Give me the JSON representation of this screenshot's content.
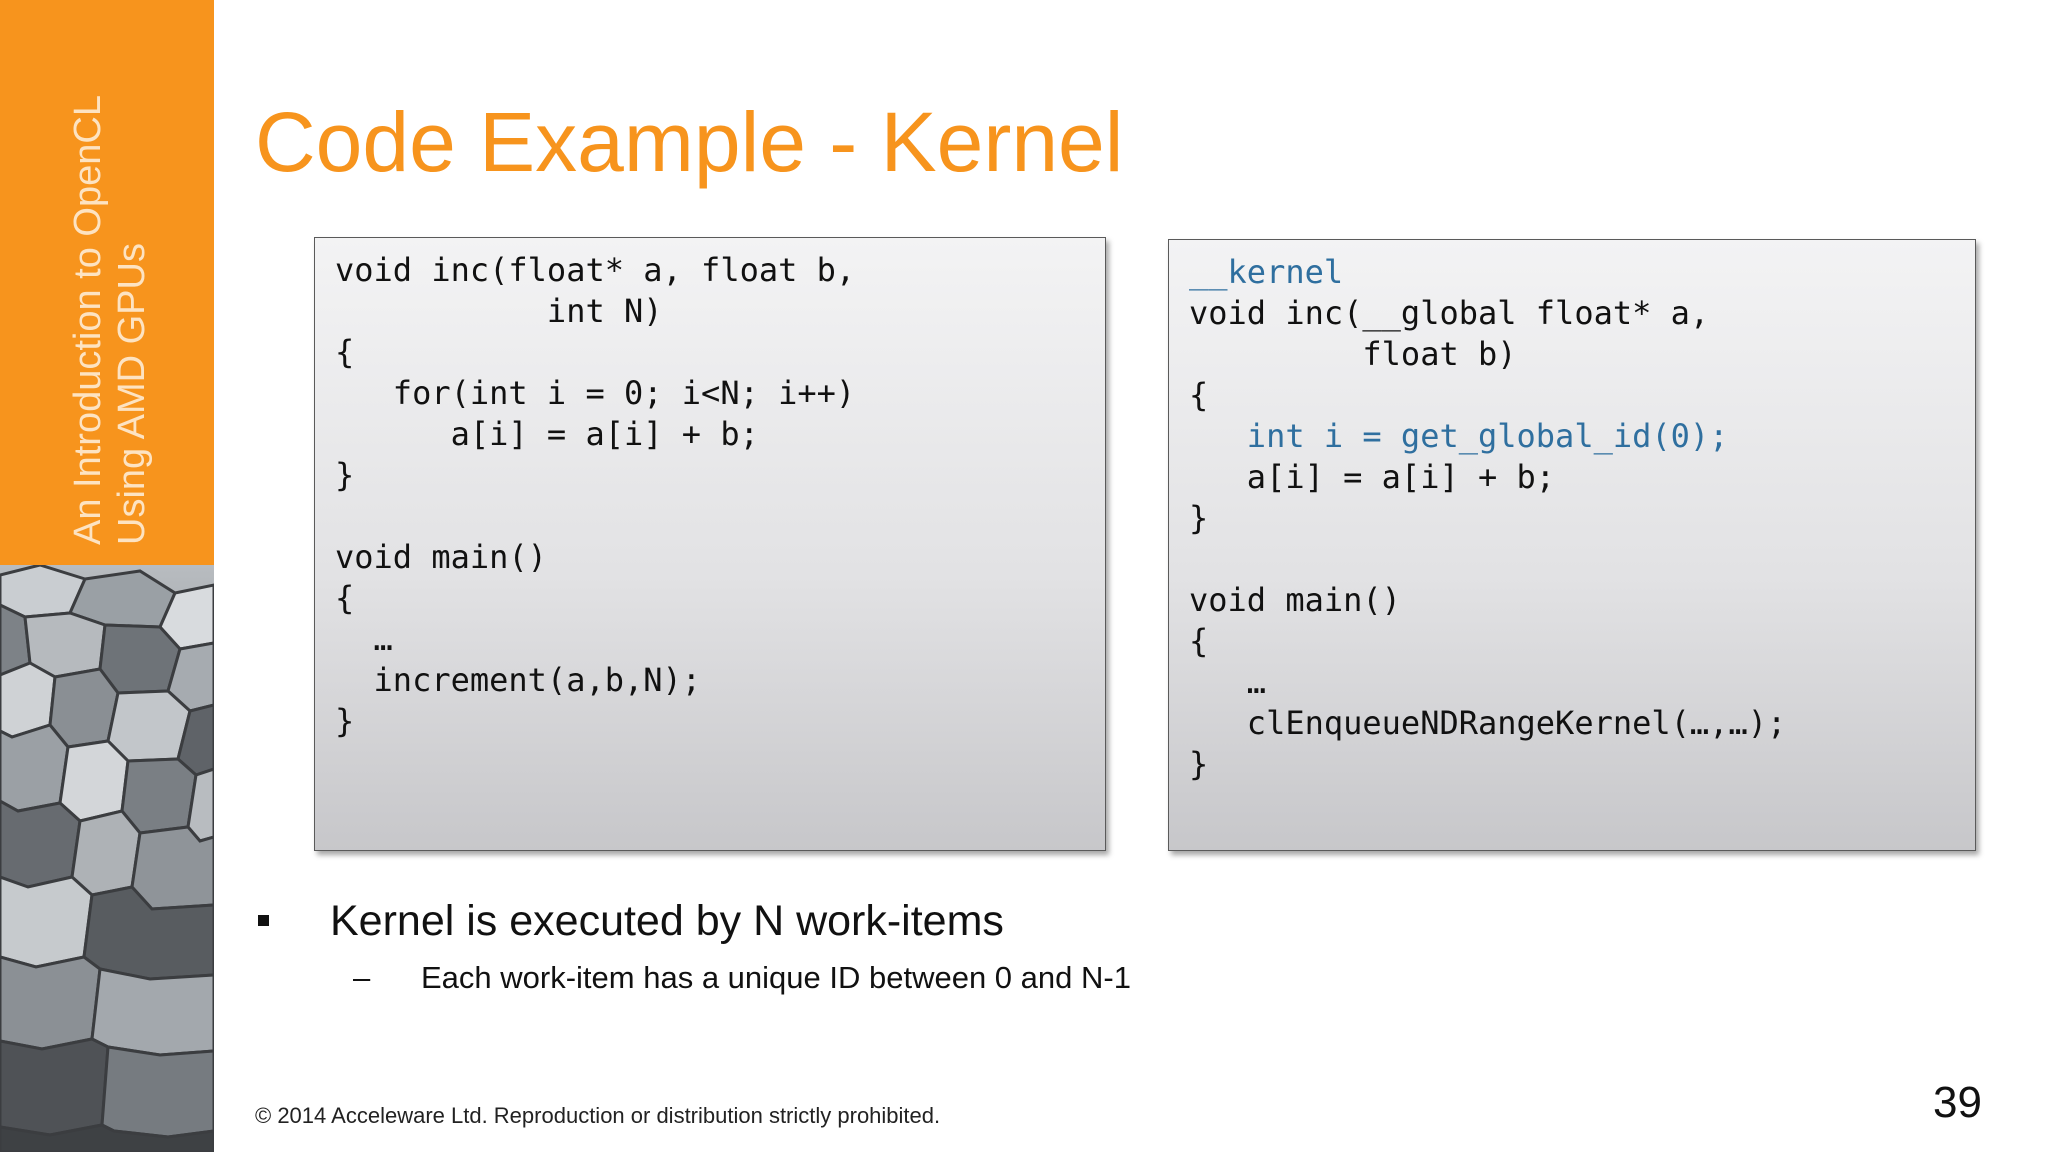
{
  "sidebar": {
    "title_line1": "An Introduction to OpenCL",
    "title_line2": "Using AMD GPUs",
    "photo_icon": "basalt-columns-photo"
  },
  "slide": {
    "title": "Code Example - Kernel",
    "page_number": "39",
    "footer": "© 2014 Acceleware Ltd. Reproduction or distribution strictly prohibited."
  },
  "code_left": {
    "lines": [
      "void inc(float* a, float b,",
      "           int N)",
      "{",
      "   for(int i = 0; i<N; i++)",
      "      a[i] = a[i] + b;",
      "}",
      "",
      "void main()",
      "{",
      "  …",
      "  increment(a,b,N);",
      "}"
    ]
  },
  "code_right": {
    "lines": [
      "__kernel",
      "void inc(__global float* a,",
      "         float b)",
      "{",
      "   int i = get_global_id(0);",
      "   a[i] = a[i] + b;",
      "}",
      "",
      "void main()",
      "{",
      "   …",
      "   clEnqueueNDRangeKernel(…,…);",
      "}"
    ]
  },
  "bullets": {
    "main": "Kernel is executed by N work-items",
    "sub_dash": "–",
    "sub": "Each work-item has a unique ID between 0 and N-1"
  },
  "colors": {
    "accent": "#f7941d",
    "code_highlight": "#2f6f9f"
  }
}
